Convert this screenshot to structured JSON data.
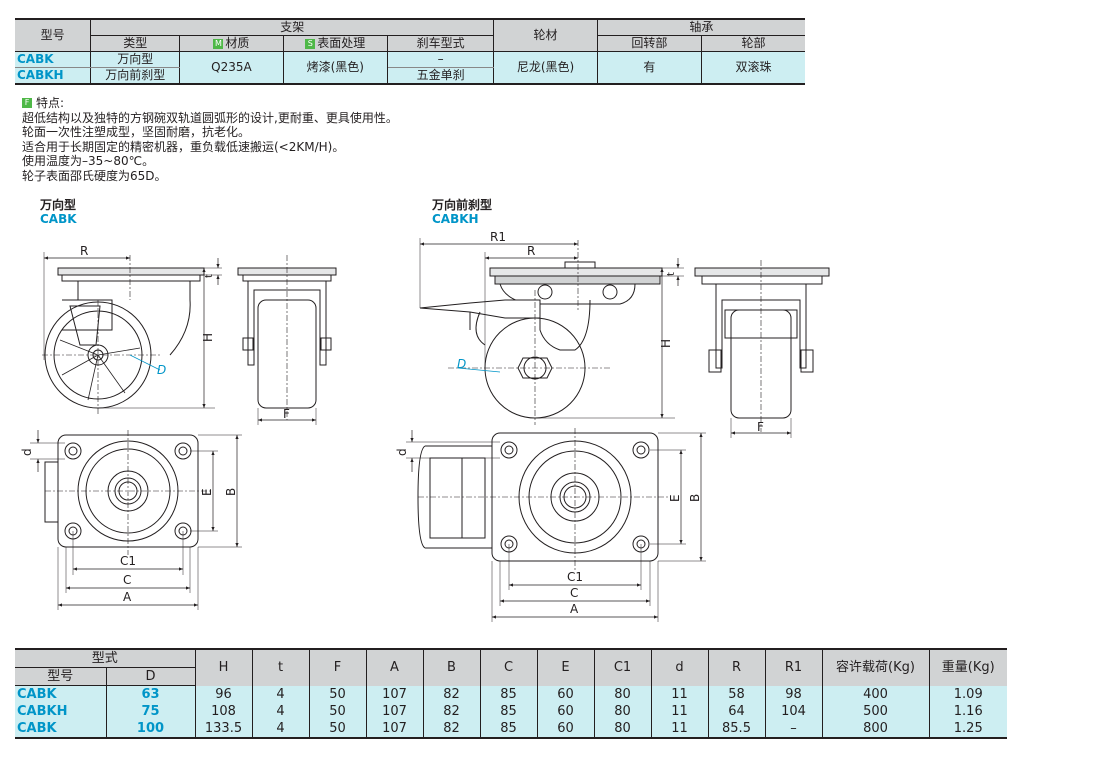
{
  "spec_table": {
    "h_model": "型号",
    "h_bracket": "支架",
    "h_type": "类型",
    "h_material": "材质",
    "h_surface": "表面处理",
    "h_brake": "刹车型式",
    "h_wheel": "轮材",
    "h_bearing": "轴承",
    "h_swivel": "回转部",
    "h_wheelpart": "轮部",
    "badge_m": "M",
    "badge_s": "S",
    "row1_code": "CABK",
    "row2_code": "CABKH",
    "row1_type": "万向型",
    "row2_type": "万向前刹型",
    "material": "Q235A",
    "surface": "烤漆(黑色)",
    "row1_brake": "–",
    "row2_brake": "五金单刹",
    "wheel": "尼龙(黑色)",
    "swivel": "有",
    "wheel_bearing": "双滚珠"
  },
  "features": {
    "badge": "F",
    "title": "特点:",
    "lines": [
      "超低结构以及独特的方钢碗双轨道圆弧形的设计,更耐重、更具使用性。",
      "轮面一次性注塑成型，坚固耐磨，抗老化。",
      "适合用于长期固定的精密机器，重负载低速搬运(<2KM/H)。",
      "使用温度为–35~80℃。",
      "轮子表面邵氏硬度为65D。"
    ]
  },
  "drawing_left": {
    "title": "万向型",
    "code": "CABK"
  },
  "drawing_right": {
    "title": "万向前刹型",
    "code": "CABKH"
  },
  "dim_labels": {
    "R": "R",
    "R1": "R1",
    "t": "t",
    "H": "H",
    "F": "F",
    "D": "D",
    "d": "d",
    "E": "E",
    "B": "B",
    "C1": "C1",
    "C": "C",
    "A": "A"
  },
  "dims_table": {
    "h_form": "型式",
    "h_model": "型号",
    "h_D": "D",
    "cols": [
      "H",
      "t",
      "F",
      "A",
      "B",
      "C",
      "E",
      "C1",
      "d",
      "R",
      "R1",
      "容许载荷(Kg)",
      "重量(Kg)"
    ],
    "rows": [
      {
        "model": "CABK",
        "D": "63",
        "vals": [
          "96",
          "4",
          "50",
          "107",
          "82",
          "85",
          "60",
          "80",
          "11",
          "58",
          "98",
          "400",
          "1.09"
        ]
      },
      {
        "model": "CABKH",
        "D": "75",
        "vals": [
          "108",
          "4",
          "50",
          "107",
          "82",
          "85",
          "60",
          "80",
          "11",
          "64",
          "104",
          "500",
          "1.16"
        ]
      },
      {
        "model": "CABK",
        "D": "100",
        "vals": [
          "133.5",
          "4",
          "50",
          "107",
          "82",
          "85",
          "60",
          "80",
          "11",
          "85.5",
          "–",
          "800",
          "1.25"
        ]
      }
    ]
  },
  "colors": {
    "header_gray": "#d1d3d4",
    "row_cyan": "#cdeef2",
    "code_blue": "#0095c8",
    "badge_green": "#4fb848"
  }
}
